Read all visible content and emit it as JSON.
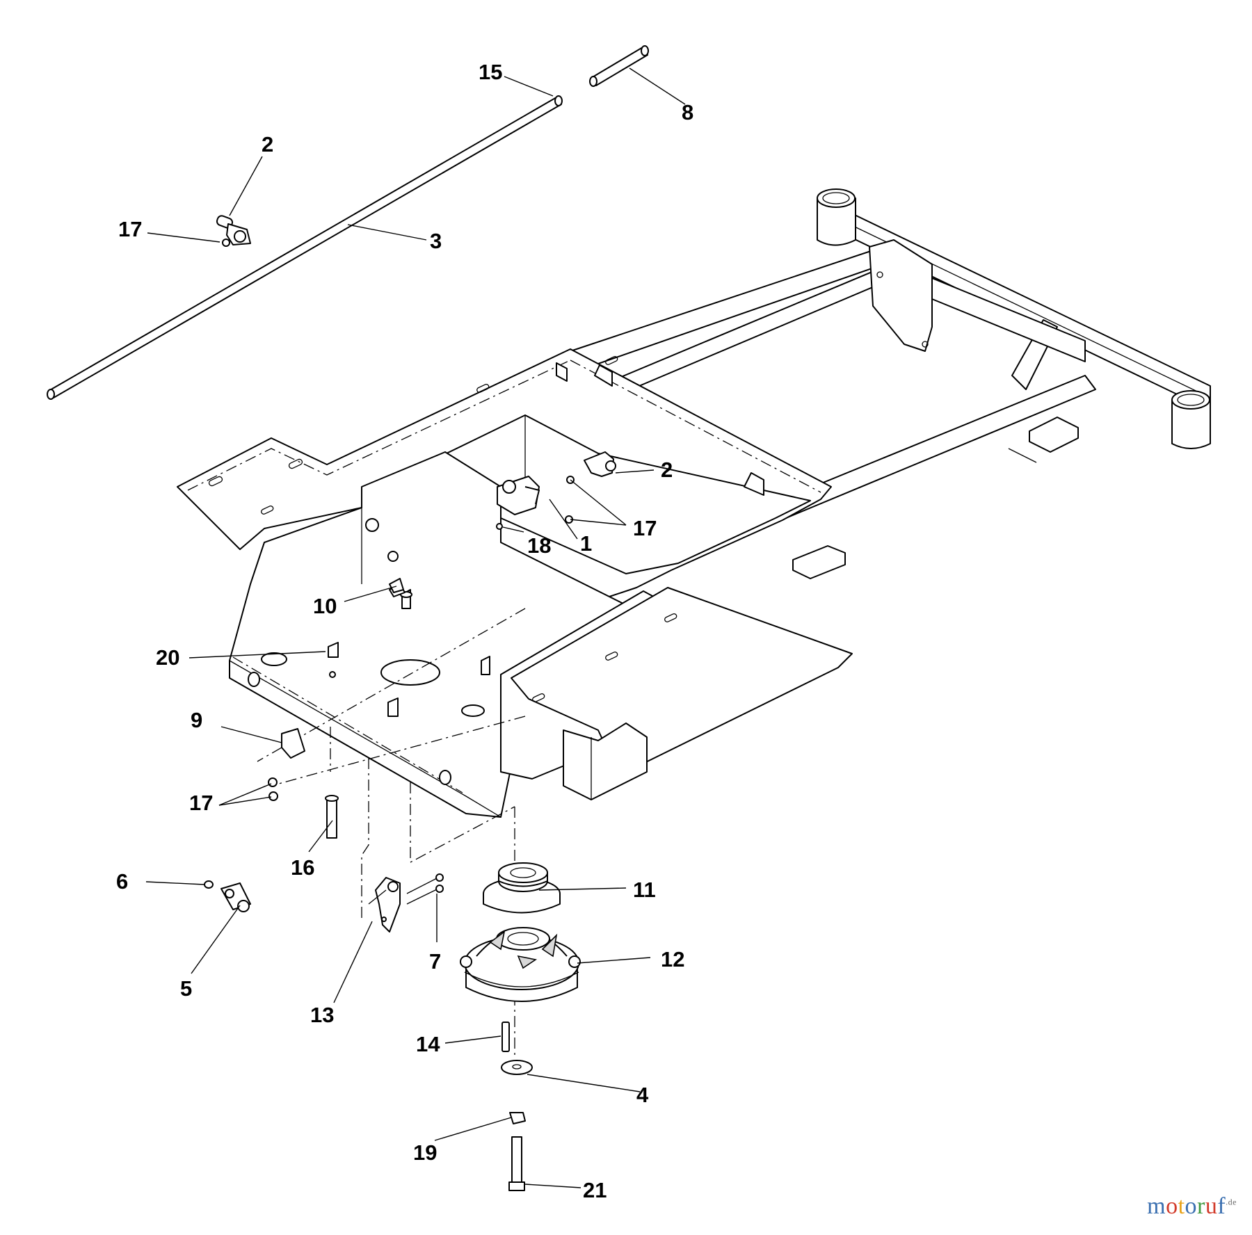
{
  "callouts": [
    {
      "id": "c15",
      "text": "15"
    },
    {
      "id": "c8",
      "text": "8"
    },
    {
      "id": "c2a",
      "text": "2"
    },
    {
      "id": "c17a",
      "text": "17"
    },
    {
      "id": "c3",
      "text": "3"
    },
    {
      "id": "c2b",
      "text": "2"
    },
    {
      "id": "c17b",
      "text": "17"
    },
    {
      "id": "c18",
      "text": "18"
    },
    {
      "id": "c1",
      "text": "1"
    },
    {
      "id": "c10",
      "text": "10"
    },
    {
      "id": "c20",
      "text": "20"
    },
    {
      "id": "c9",
      "text": "9"
    },
    {
      "id": "c17c",
      "text": "17"
    },
    {
      "id": "c16",
      "text": "16"
    },
    {
      "id": "c6",
      "text": "6"
    },
    {
      "id": "c5",
      "text": "5"
    },
    {
      "id": "c13",
      "text": "13"
    },
    {
      "id": "c7",
      "text": "7"
    },
    {
      "id": "c11",
      "text": "11"
    },
    {
      "id": "c12",
      "text": "12"
    },
    {
      "id": "c14",
      "text": "14"
    },
    {
      "id": "c4",
      "text": "4"
    },
    {
      "id": "c19",
      "text": "19"
    },
    {
      "id": "c21",
      "text": "21"
    }
  ],
  "watermark": {
    "letters": [
      "m",
      "o",
      "t",
      "o",
      "r",
      "u",
      "f"
    ],
    "colors": [
      "#3a6fb0",
      "#d23a2a",
      "#e9a41c",
      "#3a6fb0",
      "#3f9a3f",
      "#d23a2a",
      "#3a6fb0"
    ],
    "suffix": ".de"
  }
}
